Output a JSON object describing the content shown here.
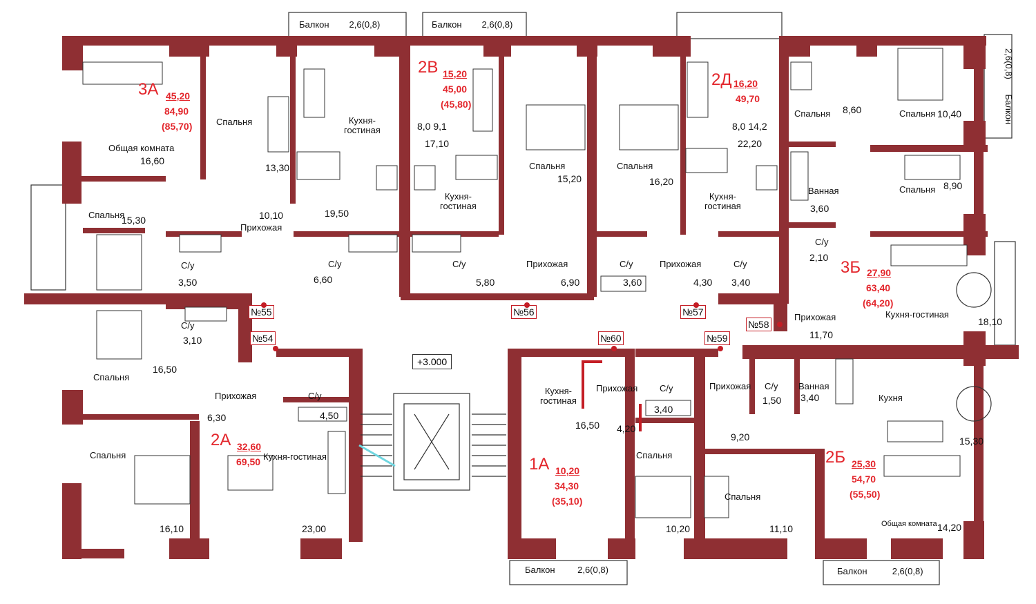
{
  "colors": {
    "wall": "#8f2f33",
    "accent": "#e3262c",
    "line": "#333333"
  },
  "level_mark": "+3.000",
  "balconies": [
    {
      "id": "b1",
      "label": "Балкон",
      "size": "2,6(0,8)"
    },
    {
      "id": "b2",
      "label": "Балкон",
      "size": "2,6(0,8)"
    },
    {
      "id": "b3",
      "label": "Балкон",
      "size": "2,6(0,8)"
    },
    {
      "id": "b4",
      "label": "Балкон",
      "size": "2,6(0,8)"
    },
    {
      "id": "b5",
      "label": "Балкон",
      "size": "2,6(0,8)"
    }
  ],
  "apartments": [
    {
      "id": "3A",
      "code": "3А",
      "living": "45,20",
      "total": "84,90",
      "total_b": "(85,70)"
    },
    {
      "id": "2V",
      "code": "2В",
      "living": "15,20",
      "total": "45,00",
      "total_b": "(45,80)"
    },
    {
      "id": "2D",
      "code": "2Д",
      "living": "16,20",
      "total": "49,70",
      "total_b": ""
    },
    {
      "id": "3B",
      "code": "3Б",
      "living": "27,90",
      "total": "63,40",
      "total_b": "(64,20)"
    },
    {
      "id": "2A",
      "code": "2А",
      "living": "32,60",
      "total": "69,50",
      "total_b": ""
    },
    {
      "id": "1A",
      "code": "1А",
      "living": "10,20",
      "total": "34,30",
      "total_b": "(35,10)"
    },
    {
      "id": "2B",
      "code": "2Б",
      "living": "25,30",
      "total": "54,70",
      "total_b": "(55,50)"
    }
  ],
  "doors": [
    {
      "id": "d55",
      "label": "№55"
    },
    {
      "id": "d56",
      "label": "№56"
    },
    {
      "id": "d57",
      "label": "№57"
    },
    {
      "id": "d58",
      "label": "№58"
    },
    {
      "id": "d54",
      "label": "№54"
    },
    {
      "id": "d60",
      "label": "№60"
    },
    {
      "id": "d59",
      "label": "№59"
    }
  ],
  "kitchen_2v": {
    "a": "8,0",
    "b": "9,1",
    "total": "17,10"
  },
  "kitchen_2d": {
    "a": "8,0",
    "b": "14,2",
    "total": "22,20"
  },
  "rooms": [
    {
      "id": "r1",
      "name": "Общая комната",
      "area": "16,60"
    },
    {
      "id": "r2",
      "name": "Спальня",
      "area": "13,30"
    },
    {
      "id": "r3",
      "name": "Кухня-\nгостиная",
      "area": "19,50"
    },
    {
      "id": "r4",
      "name": "Спальня",
      "area": "15,30"
    },
    {
      "id": "r5",
      "name": "Прихожая",
      "area": "10,10"
    },
    {
      "id": "r6",
      "name": "С/у",
      "area": "3,50"
    },
    {
      "id": "r7",
      "name": "С/у",
      "area": "6,60"
    },
    {
      "id": "r8",
      "name": "Кухня-\nгостиная",
      "area": ""
    },
    {
      "id": "r9",
      "name": "С/у",
      "area": "5,80"
    },
    {
      "id": "r10",
      "name": "Спальня",
      "area": "15,20"
    },
    {
      "id": "r11",
      "name": "Прихожая",
      "area": "6,90"
    },
    {
      "id": "r12",
      "name": "Спальня",
      "area": "16,20"
    },
    {
      "id": "r13",
      "name": "С/у",
      "area": "3,60"
    },
    {
      "id": "r14",
      "name": "Кухня-\nгостиная",
      "area": ""
    },
    {
      "id": "r15",
      "name": "Прихожая",
      "area": "4,30"
    },
    {
      "id": "r16",
      "name": "С/у",
      "area": "3,40"
    },
    {
      "id": "r17",
      "name": "Спальня",
      "area": "8,60"
    },
    {
      "id": "r18",
      "name": "Спальня",
      "area": "10,40"
    },
    {
      "id": "r19",
      "name": "Ванная",
      "area": "3,60"
    },
    {
      "id": "r20",
      "name": "Спальня",
      "area": "8,90"
    },
    {
      "id": "r21",
      "name": "С/у",
      "area": "2,10"
    },
    {
      "id": "r22",
      "name": "Прихожая",
      "area": "11,70"
    },
    {
      "id": "r23",
      "name": "Кухня-гостиная",
      "area": "18,10"
    },
    {
      "id": "r24",
      "name": "С/у",
      "area": "3,10"
    },
    {
      "id": "r25",
      "name": "Спальня",
      "area": "16,50"
    },
    {
      "id": "r26",
      "name": "Прихожая",
      "area": "6,30"
    },
    {
      "id": "r27",
      "name": "С/у",
      "area": "4,50"
    },
    {
      "id": "r28",
      "name": "Спальня",
      "area": "16,10"
    },
    {
      "id": "r29",
      "name": "Кухня-гостиная",
      "area": "23,00"
    },
    {
      "id": "r30",
      "name": "Кухня-\nгостиная",
      "area": "16,50"
    },
    {
      "id": "r31",
      "name": "Прихожая",
      "area": "4,20"
    },
    {
      "id": "r32",
      "name": "С/у",
      "area": "3,40"
    },
    {
      "id": "r33",
      "name": "Спальня",
      "area": "10,20"
    },
    {
      "id": "r34",
      "name": "Прихожая",
      "area": "9,20"
    },
    {
      "id": "r35",
      "name": "С/у",
      "area": "1,50"
    },
    {
      "id": "r36",
      "name": "Ванная",
      "area": "3,40"
    },
    {
      "id": "r37",
      "name": "Кухня",
      "area": "15,30"
    },
    {
      "id": "r38",
      "name": "Спальня",
      "area": "11,10"
    },
    {
      "id": "r39",
      "name": "Общая комната",
      "area": "14,20"
    }
  ]
}
